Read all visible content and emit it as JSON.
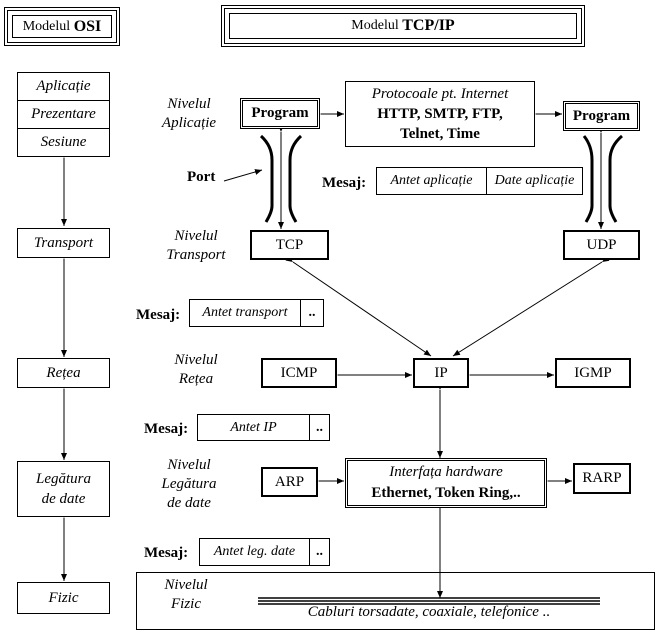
{
  "headers": {
    "osi_prefix": "Modelul",
    "osi_bold": "OSI",
    "tcp_prefix": "Modelul",
    "tcp_bold": "TCP/IP"
  },
  "osi_layers": {
    "aplicatie": "Aplicație",
    "prezentare": "Prezentare",
    "sesiune": "Sesiune",
    "transport": "Transport",
    "retea": "Rețea",
    "legatura_1": "Legătura",
    "legatura_2": "de date",
    "fizic": "Fizic"
  },
  "tcp_layers": {
    "aplicatie_1": "Nivelul",
    "aplicatie_2": "Aplicație",
    "transport_1": "Nivelul",
    "transport_2": "Transport",
    "retea_1": "Nivelul",
    "retea_2": "Rețea",
    "legatura_1": "Nivelul",
    "legatura_2": "Legătura",
    "legatura_3": "de date",
    "fizic_1": "Nivelul",
    "fizic_2": "Fizic"
  },
  "nodes": {
    "program_left": "Program",
    "program_right": "Program",
    "protocols_title": "Protocoale pt. Internet",
    "protocols_line1": "HTTP, SMTP, FTP,",
    "protocols_line2": "Telnet, Time",
    "tcp": "TCP",
    "udp": "UDP",
    "icmp": "ICMP",
    "ip": "IP",
    "igmp": "IGMP",
    "arp": "ARP",
    "rarp": "RARP",
    "hw_title": "Interfața hardware",
    "hw_line": "Ethernet, Token Ring,..",
    "cables": "Cabluri torsadate, coaxiale, telefonice .."
  },
  "port_label": "Port",
  "messages": {
    "label": "Mesaj:",
    "app_header": "Antet aplicație",
    "app_data": "Date aplicație",
    "transport_header": "Antet transport",
    "ip_header": "Antet IP",
    "link_header": "Antet leg. date",
    "dots": ".."
  }
}
